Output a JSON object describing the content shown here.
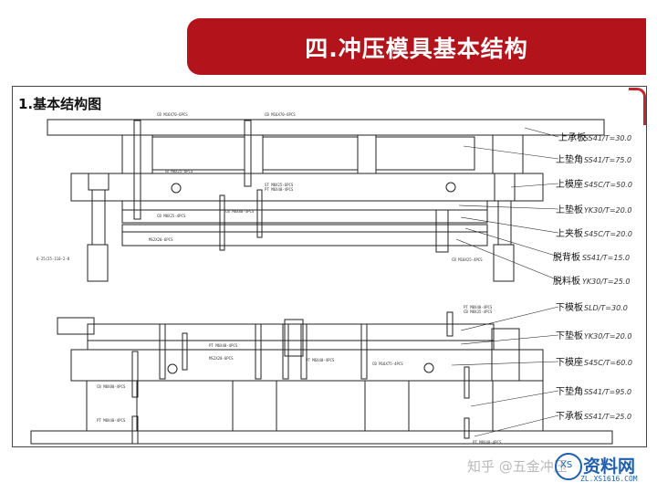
{
  "header": {
    "title": "四.冲压模具基本结构"
  },
  "section": {
    "title": "1.基本结构图"
  },
  "upper_labels": [
    {
      "name": "上承板",
      "spec": "SS41/T=30.0"
    },
    {
      "name": "上垫角",
      "spec": "SS41/T=75.0"
    },
    {
      "name": "上模座",
      "spec": "S45C/T=50.0"
    },
    {
      "name": "上垫板",
      "spec": "YK30/T=20.0"
    },
    {
      "name": "上夹板",
      "spec": "S45C/T=20.0"
    },
    {
      "name": "脱背板",
      "spec": "SS41/T=15.0"
    },
    {
      "name": "脱料板",
      "spec": "YK30/T=25.0"
    }
  ],
  "lower_labels": [
    {
      "name": "下模板",
      "spec": "SLD/T=30.0"
    },
    {
      "name": "下垫板",
      "spec": "YK30/T=20.0"
    },
    {
      "name": "下模座",
      "spec": "S45C/T=60.0"
    },
    {
      "name": "下垫角",
      "spec": "SS41/T=95.0"
    },
    {
      "name": "下承板",
      "spec": "SS41/T=25.0"
    }
  ],
  "part_notes": [
    "CB M16X70-6PCS",
    "CB M16X70-6PCS",
    "TB M8X25-6PCS",
    "ST M8X25-6PCS",
    "PT M6X40-4PCS",
    "CB M8X80-4PCS",
    "CB M8X25-4PCS",
    "6-25/25-110-2-8",
    "MS2X20-6PCS",
    "CB M10X25-4PCS",
    "PT M8X40-4PCS",
    "CB M8X35-4PCS",
    "PT M6X40-4PCS",
    "MS2X20-6PCS",
    "PT M6X40-4PCS",
    "CB M16X75-4PCS",
    "CB M8X80-4PCS",
    "PT M8X40-4PCS",
    "PT M8X40-4PCS"
  ],
  "watermark": {
    "text": "知乎 @五金冲压"
  },
  "logo": {
    "main": "资料网",
    "sub": "ZL.XS1616.COM",
    "badge": "XS"
  },
  "colors": {
    "banner": "#b3141b",
    "accent_line": "#c0262b",
    "logo": "#1f5fae"
  }
}
